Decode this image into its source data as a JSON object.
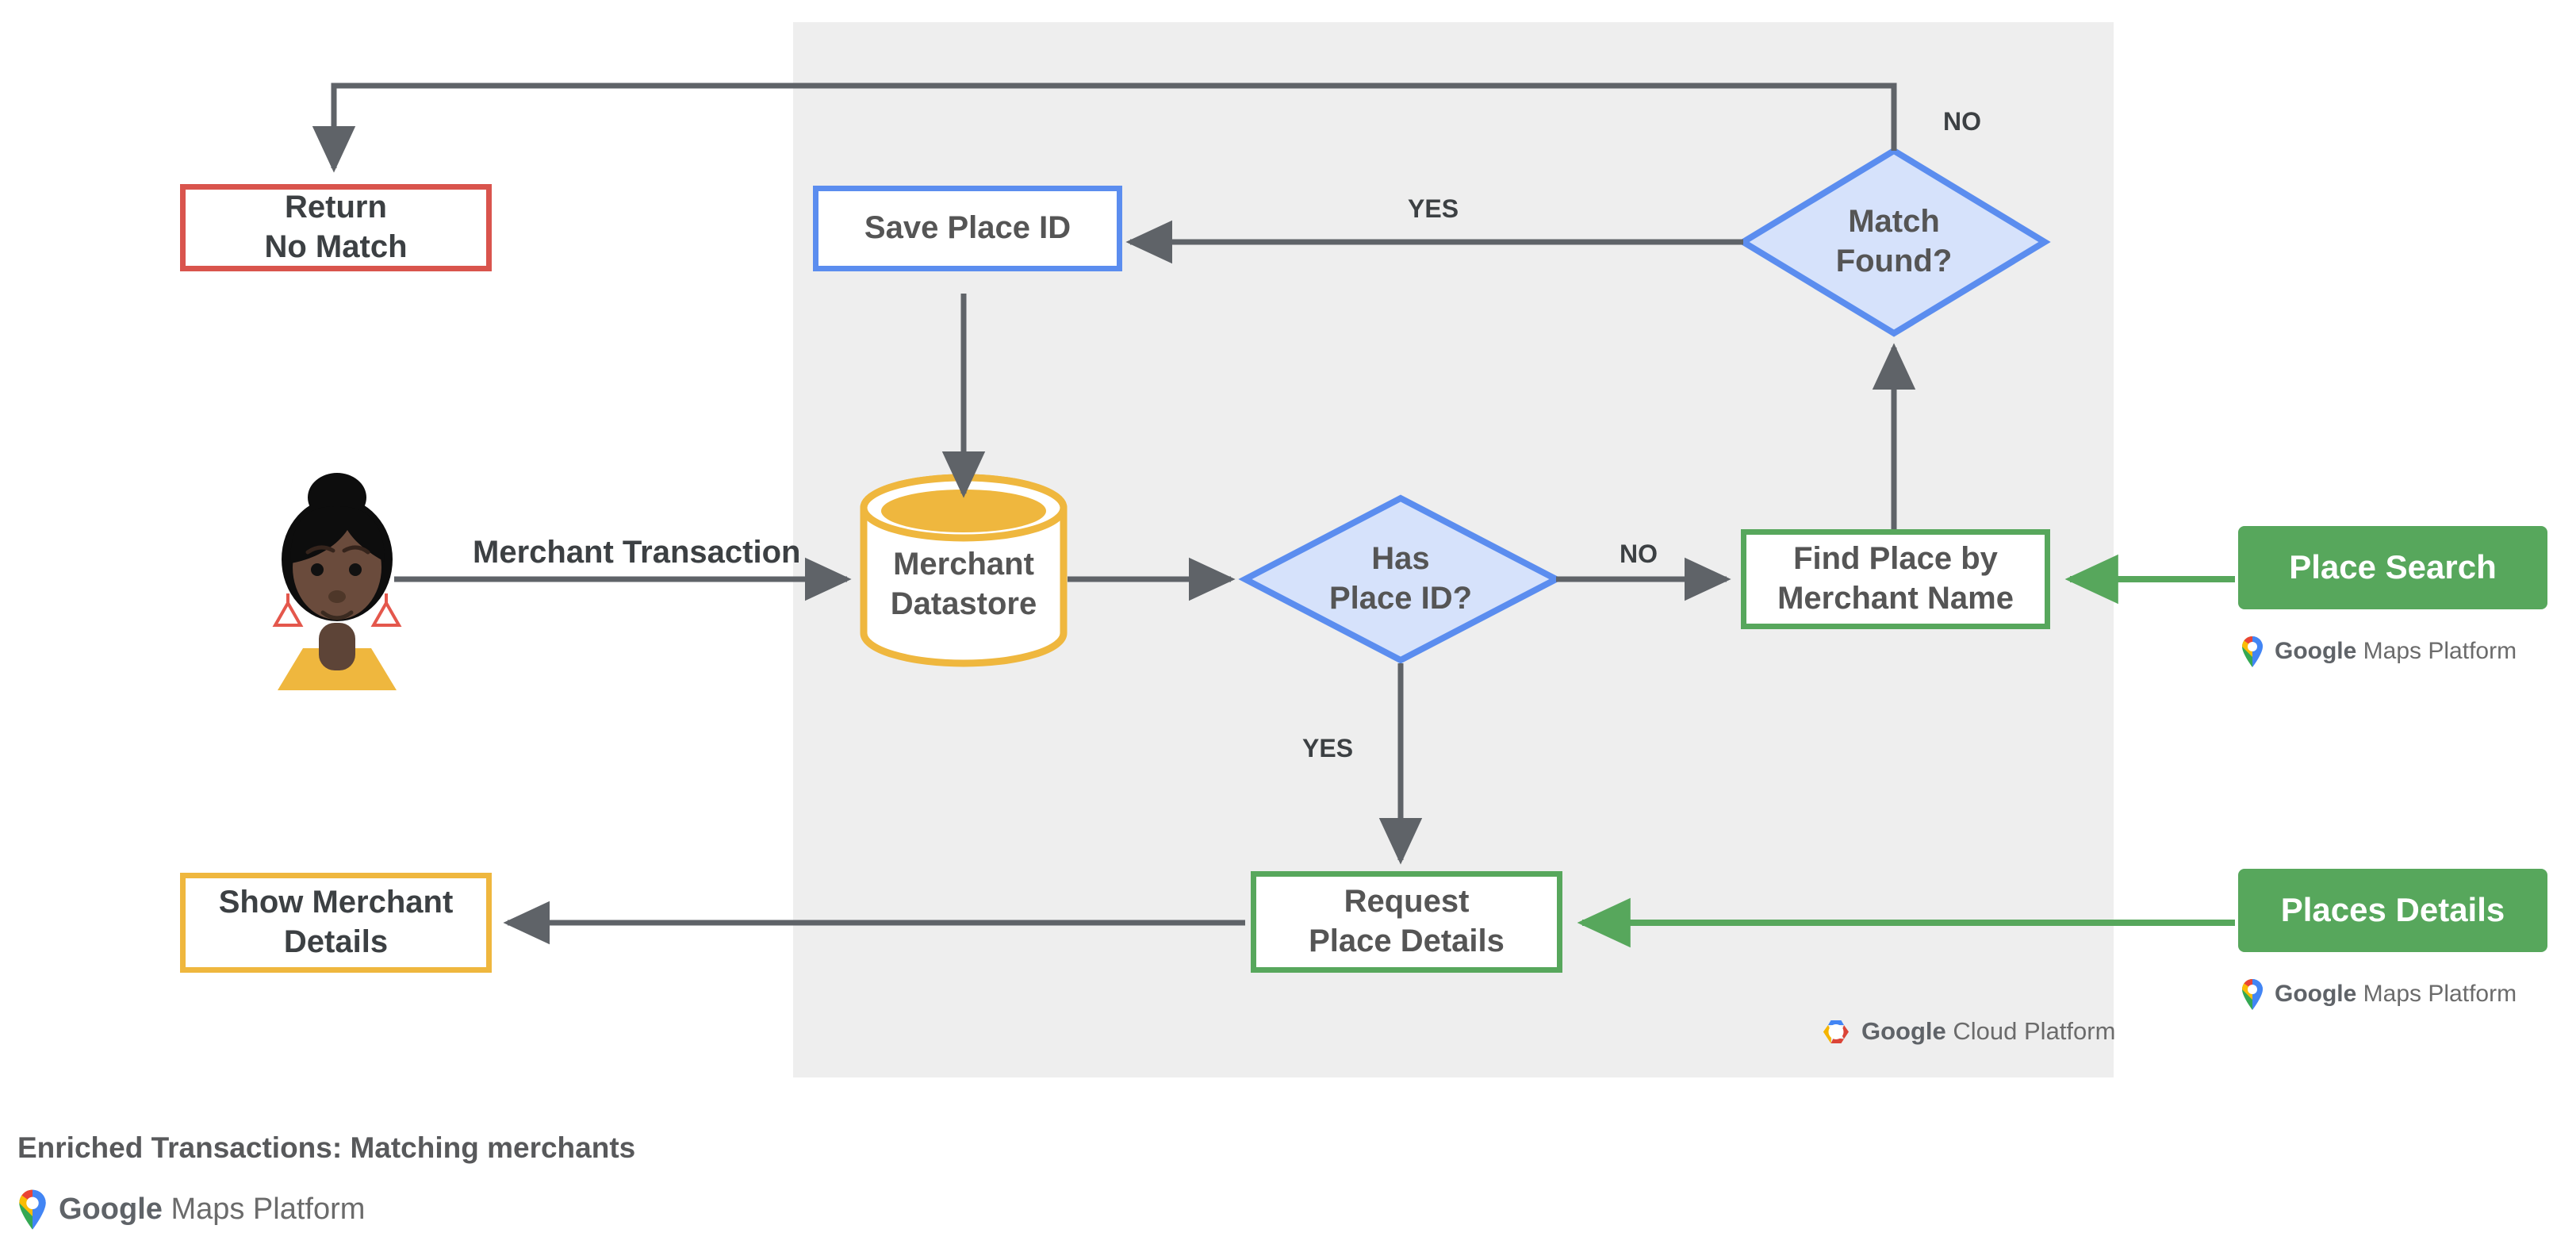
{
  "diagram": {
    "caption": "Enriched Transactions: Matching merchants",
    "panel_label": "google-cloud-platform-region",
    "colors": {
      "panel_bg": "#eeeeee",
      "page_bg": "#ffffff",
      "red": "#d9544d",
      "blue": "#5b8def",
      "blue_fill": "#d6e2fb",
      "green": "#57a75c",
      "amber": "#efb73e",
      "edge": "#5f6368",
      "text": "#555555"
    },
    "nodes": {
      "return_no_match": {
        "label": "Return\nNo Match",
        "shape": "rectangle",
        "color": "red"
      },
      "save_place_id": {
        "label": "Save Place ID",
        "shape": "rectangle",
        "color": "blue"
      },
      "match_found": {
        "label": "Match\nFound?",
        "shape": "diamond",
        "color": "blue"
      },
      "merchant_datastore": {
        "label": "Merchant\nDatastore",
        "shape": "cylinder",
        "color": "amber"
      },
      "has_place_id": {
        "label": "Has\nPlace ID?",
        "shape": "diamond",
        "color": "blue"
      },
      "find_place_by_merchant_name": {
        "label": "Find Place by\nMerchant Name",
        "shape": "rectangle",
        "color": "green"
      },
      "place_search": {
        "label": "Place Search",
        "shape": "button",
        "color": "green"
      },
      "show_merchant_details": {
        "label": "Show Merchant\nDetails",
        "shape": "rectangle",
        "color": "amber"
      },
      "request_place_details": {
        "label": "Request\nPlace Details",
        "shape": "rectangle",
        "color": "green"
      },
      "places_details": {
        "label": "Places Details",
        "shape": "button",
        "color": "green"
      },
      "user_avatar": {
        "label": "user-avatar",
        "shape": "illustration"
      }
    },
    "edge_labels": {
      "merchant_transaction": "Merchant Transaction",
      "match_found_no": "NO",
      "match_found_yes": "YES",
      "has_place_id_no": "NO",
      "has_place_id_yes": "YES"
    },
    "brands": {
      "maps_google": "Google",
      "maps_rest": " Maps Platform",
      "cloud_google": "Google",
      "cloud_rest": " Cloud Platform"
    }
  }
}
